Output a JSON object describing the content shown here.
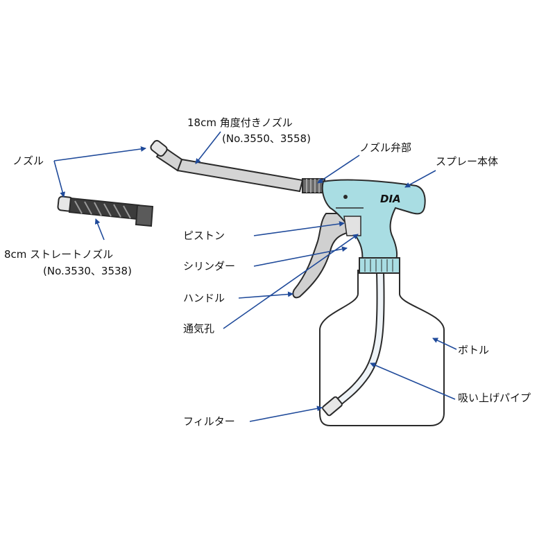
{
  "labels": {
    "nozzle": "ノズル",
    "angled_nozzle_line1": "18cm 角度付きノズル",
    "angled_nozzle_line2": "(No.3550、3558)",
    "straight_nozzle_line1": "8cm ストレートノズル",
    "straight_nozzle_line2": "(No.3530、3538)",
    "nozzle_valve": "ノズル弁部",
    "spray_body": "スプレー本体",
    "piston": "ピストン",
    "cylinder": "シリンダー",
    "handle": "ハンドル",
    "vent_hole": "通気孔",
    "bottle": "ボトル",
    "suction_pipe": "吸い上げパイプ",
    "filter": "フィルター"
  },
  "brand_mark": "DIA",
  "colors": {
    "body": "#a9dde3",
    "body_stroke": "#2a2a2a",
    "nozzle": "#d4d4d4",
    "coil": "#444444",
    "handle": "#d0d0d0",
    "bottle": "#ffffff",
    "pipe": "#eef3f7",
    "arrow": "#1f4a9a"
  }
}
